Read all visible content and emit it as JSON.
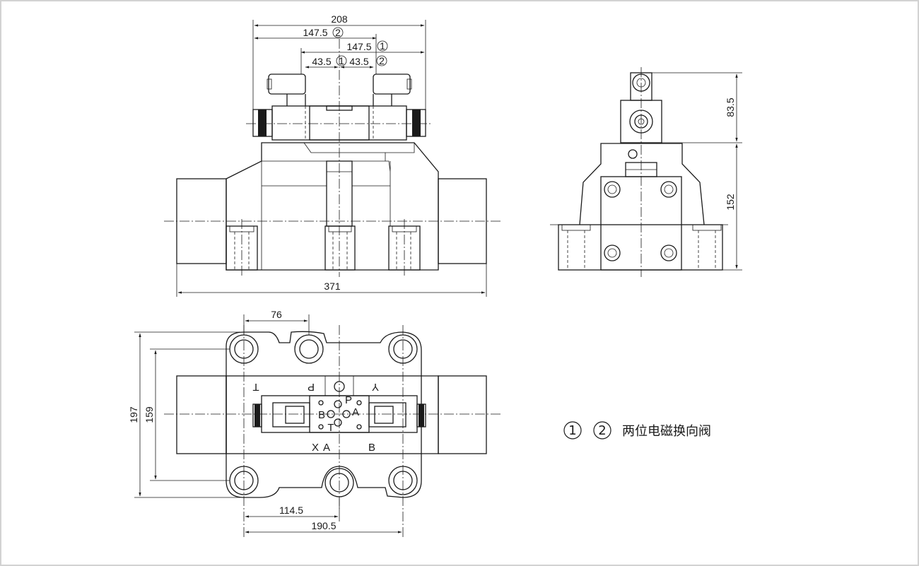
{
  "dimensions": {
    "front_width_208": "208",
    "front_147_5_a": "147.5",
    "front_147_5_b": "147.5",
    "front_43_5_a": "43.5",
    "front_43_5_b": "43.5",
    "front_overall_371": "371",
    "side_height_83_5": "83.5",
    "side_height_152": "152",
    "top_76": "76",
    "top_197": "197",
    "top_159": "159",
    "top_114_5": "114.5",
    "top_190_5": "190.5"
  },
  "circled_marks": {
    "one": "1",
    "two": "2"
  },
  "port_labels": {
    "T": "T",
    "P": "P",
    "Y": "Y",
    "X": "X",
    "A": "A",
    "B": "B",
    "pilot_P": "P",
    "pilot_A": "A",
    "pilot_B": "B",
    "pilot_T": "T"
  },
  "legend": {
    "mark_one": "1",
    "mark_two": "2",
    "text": "两位电磁换向阀"
  },
  "colors": {
    "line": "#1a1a1a",
    "frame": "#d2d2d2",
    "background": "#ffffff"
  }
}
